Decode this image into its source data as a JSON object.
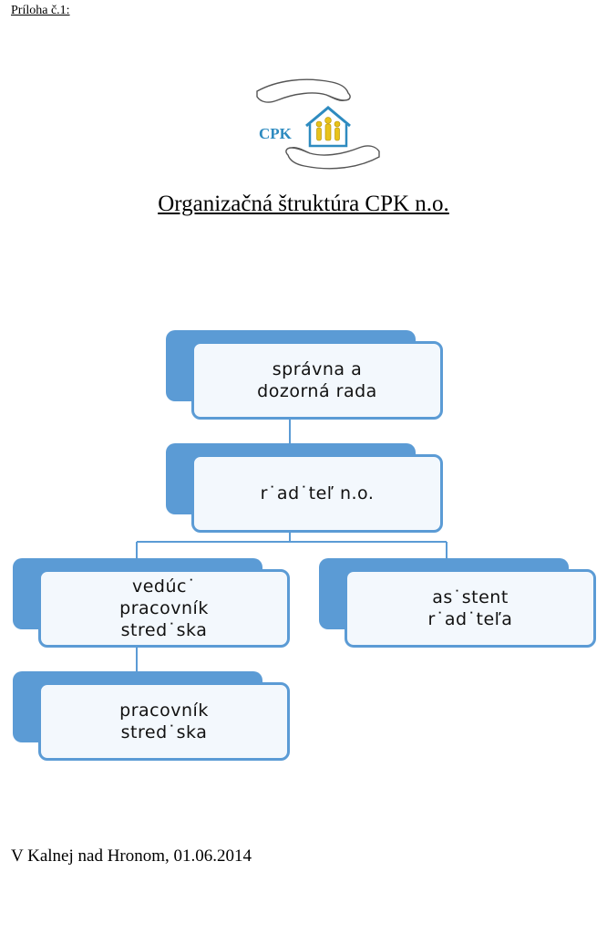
{
  "header": {
    "annex_label": "Príloha č.1:"
  },
  "logo": {
    "text": "CPK"
  },
  "title": "Organizačná štruktúra CPK n.o.",
  "org_chart": {
    "nodes": {
      "board": "správna a dozorná rada",
      "director": "r˙ad˙teľ n.o.",
      "lead_worker": "vedúc˙ pracovník stred˙ska",
      "assistant": "as˙stent r˙ad˙teľa",
      "worker": "pracovník stred˙ska"
    }
  },
  "footer": {
    "place_date": "V Kalnej nad Hronom, 01.06.2014"
  },
  "colors": {
    "accent": "#5b9bd5",
    "box_fill": "#f3f8fd",
    "logo_text": "#2e8bc0",
    "logo_people": "#e8c21a"
  }
}
